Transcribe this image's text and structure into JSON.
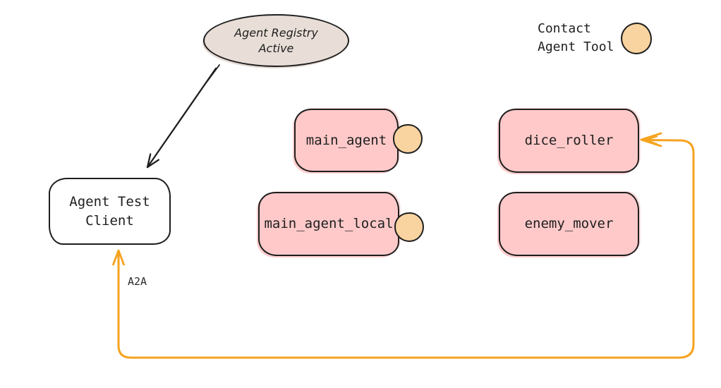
{
  "diagram": {
    "registry_node": {
      "lines": [
        "Agent Registry",
        "Active"
      ],
      "fill": "#e8ded7"
    },
    "client_node": {
      "lines": [
        "Agent Test",
        "Client"
      ],
      "fill": "#ffffff"
    },
    "agents": [
      {
        "label": "main_agent",
        "has_tool_badge": true
      },
      {
        "label": "main_agent_local",
        "has_tool_badge": true
      },
      {
        "label": "dice_roller",
        "has_tool_badge": false
      },
      {
        "label": "enemy_mover",
        "has_tool_badge": false
      }
    ],
    "legend": {
      "lines": [
        "Contact",
        "Agent Tool"
      ],
      "icon": "tool-circle"
    },
    "edges": [
      {
        "name": "registry-to-client",
        "style": "solid-black-arrow",
        "from": "agent-registry",
        "to": "agent-test-client"
      },
      {
        "name": "a2a-loop",
        "style": "solid-orange-double-arrow",
        "from": "agent-test-client",
        "to": "dice_roller",
        "label": "A2A"
      }
    ],
    "edge_labels": {
      "a2a": "A2A"
    },
    "colors": {
      "agent_fill": "#ffc9c9",
      "stroke": "#1e1e1e",
      "tool_fill": "#f9d3a0",
      "registry_fill": "#e8ded7",
      "client_fill": "#ffffff",
      "orange_arrow": "#f5a31f",
      "text": "#1e1e1e"
    }
  }
}
